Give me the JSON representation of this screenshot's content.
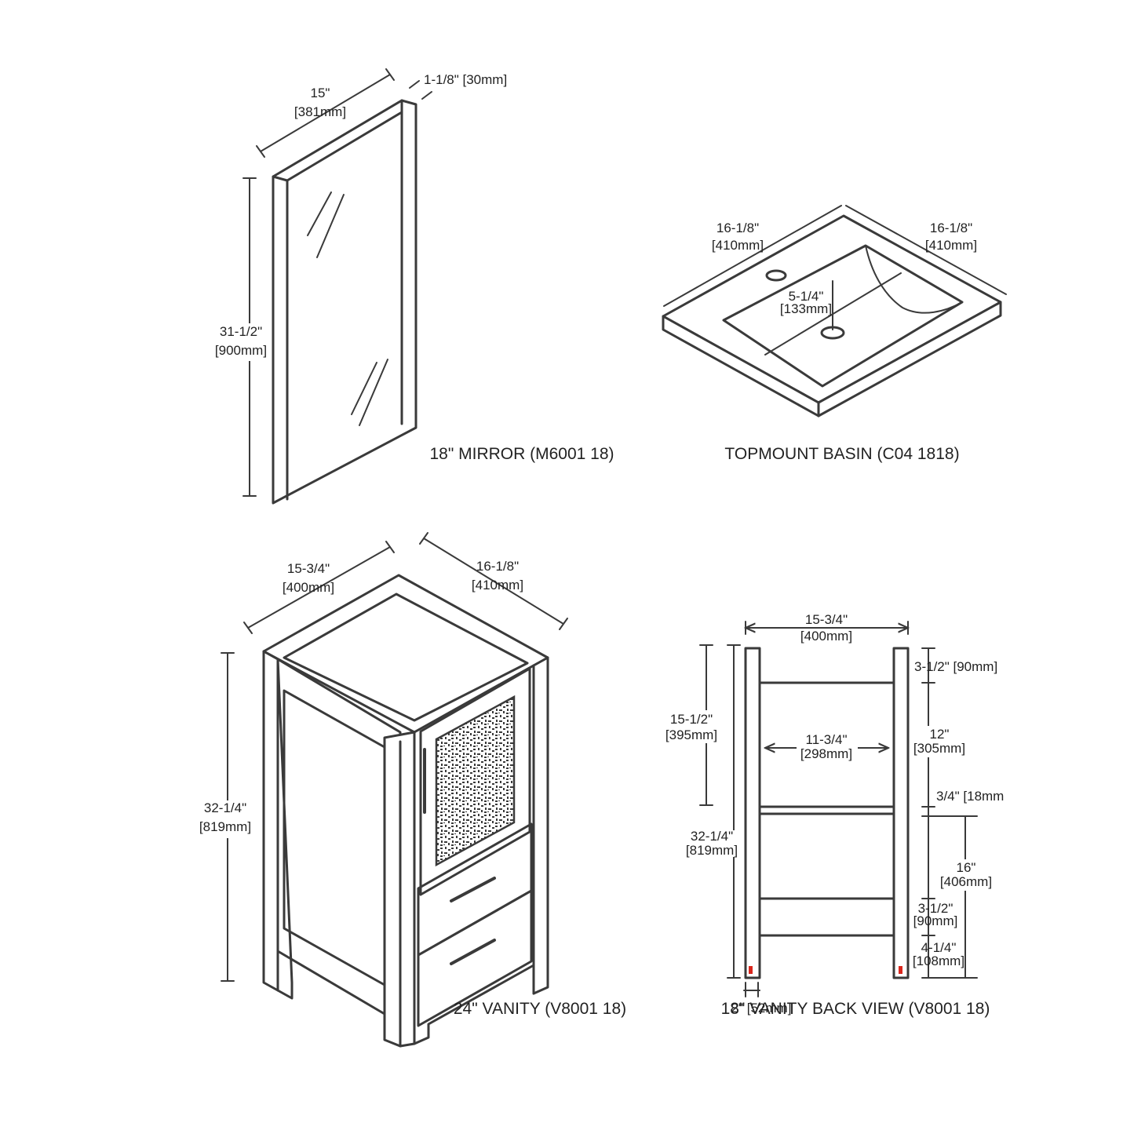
{
  "colors": {
    "line": "#3a3a3a",
    "text": "#222222",
    "foot_marker": "#d9261c"
  },
  "mirror": {
    "caption": "18\" MIRROR (M6001 18)",
    "width_in": "15\"",
    "width_mm": "[381mm]",
    "depth": "1-1/8\" [30mm]",
    "height_in": "31-1/2\"",
    "height_mm": "[900mm]"
  },
  "basin": {
    "caption": "TOPMOUNT BASIN (C04 1818)",
    "width_in": "16-1/8\"",
    "width_mm": "[410mm]",
    "depth_in": "16-1/8\"",
    "depth_mm": "[410mm]",
    "bowl_in": "5-1/4\"",
    "bowl_mm": "[133mm]"
  },
  "vanity": {
    "caption": "24\" VANITY (V8001 18)",
    "width_in": "15-3/4\"",
    "width_mm": "[400mm]",
    "depth_in": "16-1/8\"",
    "depth_mm": "[410mm]",
    "height_in": "32-1/4\"",
    "height_mm": "[819mm]"
  },
  "back_view": {
    "caption": "18\" VANITY BACK VIEW (V8001 18)",
    "width_in": "15-3/4\"",
    "width_mm": "[400mm]",
    "upper_in": "15-1/2\"",
    "upper_mm": "[395mm]",
    "height_in": "32-1/4\"",
    "height_mm": "[819mm]",
    "inner_in": "11-3/4\"",
    "inner_mm": "[298mm]",
    "top_rail": "3-1/2\" [90mm]",
    "opening_in": "12\"",
    "opening_mm": "[305mm]",
    "shelf": "3/4\" [18mm",
    "lower_in": "16\"",
    "lower_mm": "[406mm]",
    "bottom_rail_in": "3-1/2\"",
    "bottom_rail_mm": "[90mm]",
    "leg_in": "4-1/4\"",
    "leg_mm": "[108mm]",
    "foot": "2\" [52mm]"
  }
}
